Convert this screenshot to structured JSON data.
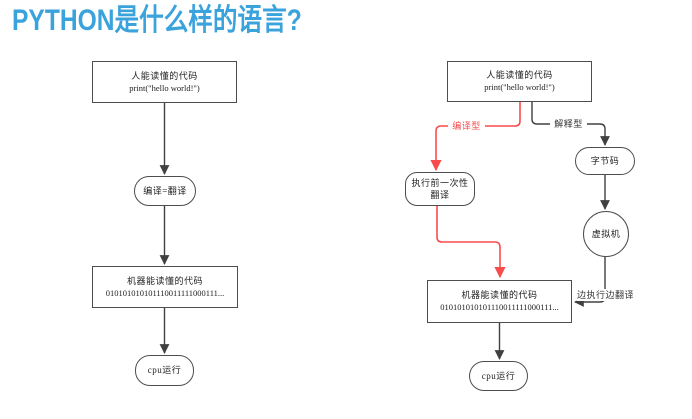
{
  "title": "PYTHON是什么样的语言?",
  "colors": {
    "title_blue": "#3ba3dc",
    "red_accent": "#f84c4c",
    "line_dark": "#404040",
    "node_border": "#4d4d4d"
  },
  "left_flowchart": {
    "human_code_box": {
      "line1": "人能读懂的代码",
      "line2": "print(\"hello world!\")"
    },
    "compile_node": {
      "label": "编译=翻译"
    },
    "machine_code_box": {
      "line1": "机器能读懂的代码",
      "line2": "010101010101110011111000111..."
    },
    "cpu_node": {
      "label": "cpu运行"
    }
  },
  "right_flowchart": {
    "human_code_box": {
      "line1": "人能读懂的代码",
      "line2": "print(\"hello world!\")"
    },
    "compiled_branch_label": "编译型",
    "interpreted_branch_label": "解释型",
    "pre_run_translate_node": {
      "line1": "执行前一次性",
      "line2": "翻译"
    },
    "bytecode_node": {
      "label": "字节码"
    },
    "vm_node": {
      "label": "虚拟机"
    },
    "translate_while_running_label": "边执行边翻译",
    "machine_code_box": {
      "line1": "机器能读懂的代码",
      "line2": "010101010101110011111000111..."
    },
    "cpu_node": {
      "label": "cpu运行"
    }
  }
}
